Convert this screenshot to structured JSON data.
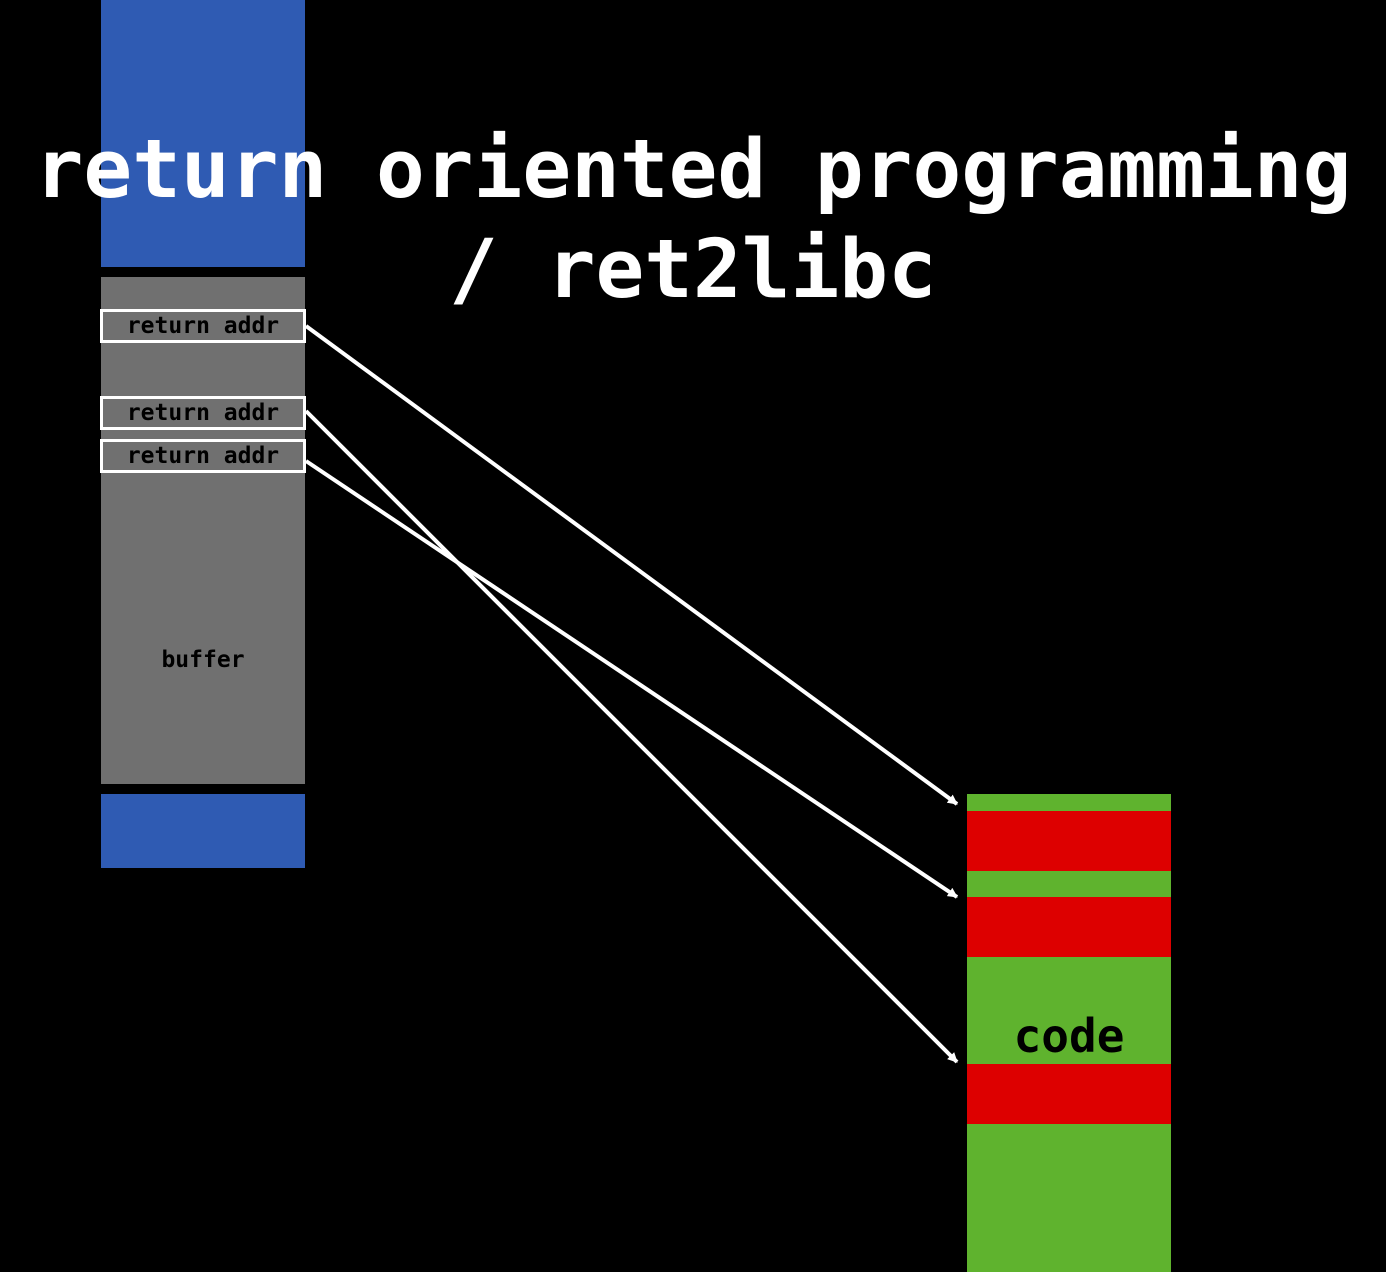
{
  "title": {
    "line1": "return oriented programming",
    "line2": "/ ret2libc"
  },
  "stack": {
    "return_addr_label": "return addr",
    "buffer_label": "buffer"
  },
  "code": {
    "label": "code"
  },
  "colors": {
    "background": "#000000",
    "stack_outer": "#2f5bb3",
    "stack_frame": "#707070",
    "code_green": "#5fb32e",
    "gadget_red": "#dd0000",
    "arrow": "#ffffff"
  }
}
